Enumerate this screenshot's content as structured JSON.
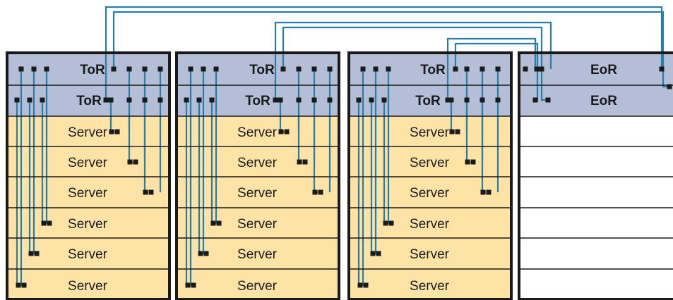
{
  "racks": [
    {
      "switches": [
        {
          "label": "ToR"
        },
        {
          "label": "ToR"
        }
      ],
      "servers": [
        {
          "label": "Server"
        },
        {
          "label": "Server"
        },
        {
          "label": "Server"
        },
        {
          "label": "Server"
        },
        {
          "label": "Server"
        },
        {
          "label": "Server"
        }
      ]
    },
    {
      "switches": [
        {
          "label": "ToR"
        },
        {
          "label": "ToR"
        }
      ],
      "servers": [
        {
          "label": "Server"
        },
        {
          "label": "Server"
        },
        {
          "label": "Server"
        },
        {
          "label": "Server"
        },
        {
          "label": "Server"
        },
        {
          "label": "Server"
        }
      ]
    },
    {
      "switches": [
        {
          "label": "ToR"
        },
        {
          "label": "ToR"
        }
      ],
      "servers": [
        {
          "label": "Server"
        },
        {
          "label": "Server"
        },
        {
          "label": "Server"
        },
        {
          "label": "Server"
        },
        {
          "label": "Server"
        },
        {
          "label": "Server"
        }
      ]
    },
    {
      "switches": [
        {
          "label": "EoR"
        },
        {
          "label": "EoR"
        }
      ],
      "servers": []
    }
  ],
  "colors": {
    "switch_fill": "#b4bed6",
    "server_fill": "#fde3a6",
    "empty_fill": "#ffffff",
    "cable": "#2b7da6",
    "frame": "#1a1a1a",
    "port": "#1a1a1a"
  }
}
